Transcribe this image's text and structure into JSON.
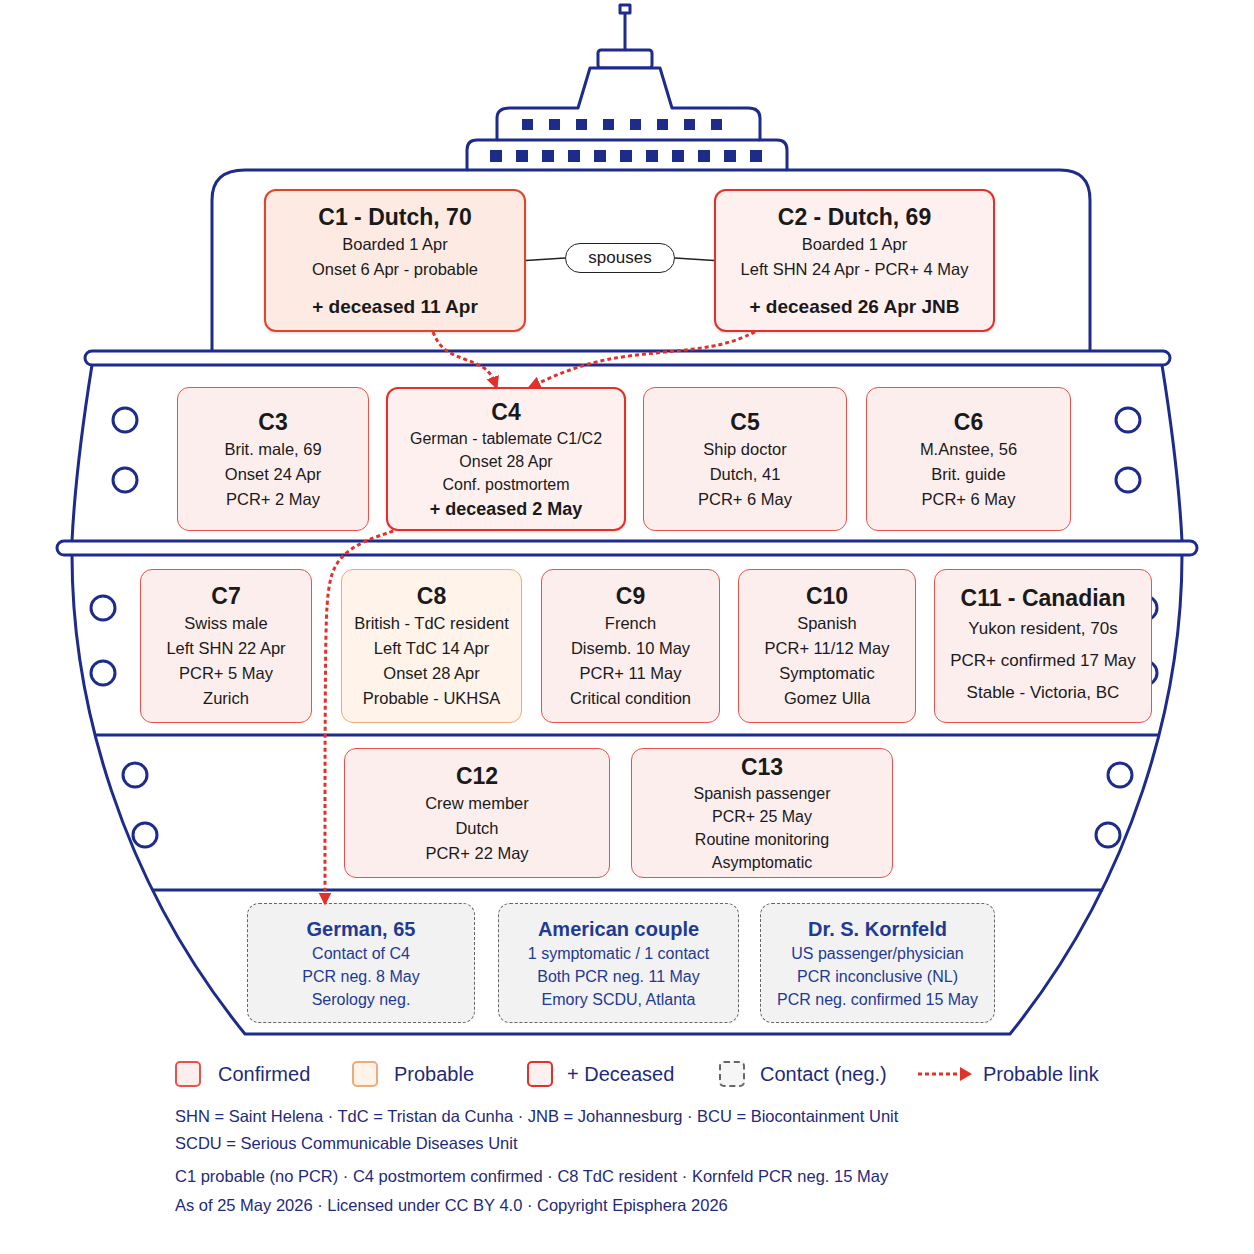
{
  "diagram": {
    "nodes": [
      {
        "text": [
          "C1 - Dutch, 70",
          "Boarded 1 Apr",
          "Onset 6 Apr - probable",
          "+ deceased 11 Apr"
        ]
      },
      {
        "text": [
          "spouses"
        ]
      },
      {
        "text": [
          "C2 - Dutch, 69",
          "Boarded 1 Apr",
          "Left SHN 24 Apr - PCR+ 4 May",
          "+ deceased 26 Apr JNB"
        ]
      },
      {
        "text": [
          "C3",
          "Brit. male, 69",
          "Onset 24 Apr",
          "PCR+ 2 May"
        ]
      },
      {
        "text": [
          "C4",
          "German - tablemate C1/C2",
          "Onset 28 Apr",
          "Conf. postmortem",
          "+ deceased 2 May"
        ]
      },
      {
        "text": [
          "C5",
          "Ship doctor",
          "Dutch, 41",
          "PCR+ 6 May"
        ]
      },
      {
        "text": [
          "C6",
          "M.Anstee, 56",
          "Brit. guide",
          "PCR+ 6 May"
        ]
      },
      {
        "text": [
          "C7",
          "Swiss male",
          "Left SHN 22 Apr",
          "PCR+ 5 May",
          "Zurich"
        ]
      },
      {
        "text": [
          "C8",
          "British - TdC resident",
          "Left TdC 14 Apr",
          "Onset 28 Apr",
          "Probable - UKHSA"
        ]
      },
      {
        "text": [
          "C9",
          "French",
          "Disemb. 10 May",
          "PCR+ 11 May",
          "Critical condition"
        ]
      },
      {
        "text": [
          "C10",
          "Spanish",
          "PCR+ 11/12 May",
          "Symptomatic",
          "Gomez Ulla"
        ]
      },
      {
        "text": [
          "C11 - Canadian",
          "Yukon resident, 70s",
          "PCR+ confirmed 17 May",
          "Stable - Victoria, BC"
        ]
      },
      {
        "text": [
          "C12",
          "Crew member",
          "Dutch",
          "PCR+ 22 May"
        ]
      },
      {
        "text": [
          "C13",
          "Spanish passenger",
          "PCR+ 25 May",
          "Routine monitoring",
          "Asymptomatic"
        ]
      },
      {
        "text": [
          "German, 65",
          "Contact of C4",
          "PCR neg. 8 May",
          "Serology neg."
        ]
      },
      {
        "text": [
          "American couple",
          "1 symptomatic / 1 contact",
          "Both PCR neg. 11 May",
          "Emory SCDU, Atlanta"
        ]
      },
      {
        "text": [
          "Dr. S. Kornfeld",
          "US passenger/physician",
          "PCR inconclusive (NL)",
          "PCR neg. confirmed 15 May"
        ]
      }
    ],
    "edges": [
      {
        "from": 0,
        "to": 1,
        "arrow": "none"
      },
      {
        "from": 1,
        "to": 2,
        "arrow": "none"
      },
      {
        "from": 0,
        "to": 4,
        "arrow": "to"
      },
      {
        "from": 2,
        "to": 4,
        "arrow": "to"
      },
      {
        "from": 4,
        "to": 14,
        "arrow": "to"
      }
    ],
    "labels": [
      "SHN = Saint Helena · TdC = Tristan da Cunha · JNB = Johannesburg · BCU = Biocontainment Unit",
      "SCDU = Serious Communicable Diseases Unit",
      "C1 probable (no PCR) · C4 postmortem confirmed · C8 TdC resident · Kornfeld PCR neg. 15 May",
      "As of 25 May 2026 · Licensed under CC BY 4.0 · Copyright Episphera 2026"
    ],
    "legend": [
      {
        "text": "Confirmed",
        "color": "#e9514a"
      },
      {
        "text": "Probable",
        "color": "#efaa7a"
      },
      {
        "text": "+ Deceased",
        "color": "#e2302b"
      },
      {
        "text": "Contact (neg.)",
        "color": "#666666"
      },
      {
        "text": "Probable link"
      }
    ]
  }
}
